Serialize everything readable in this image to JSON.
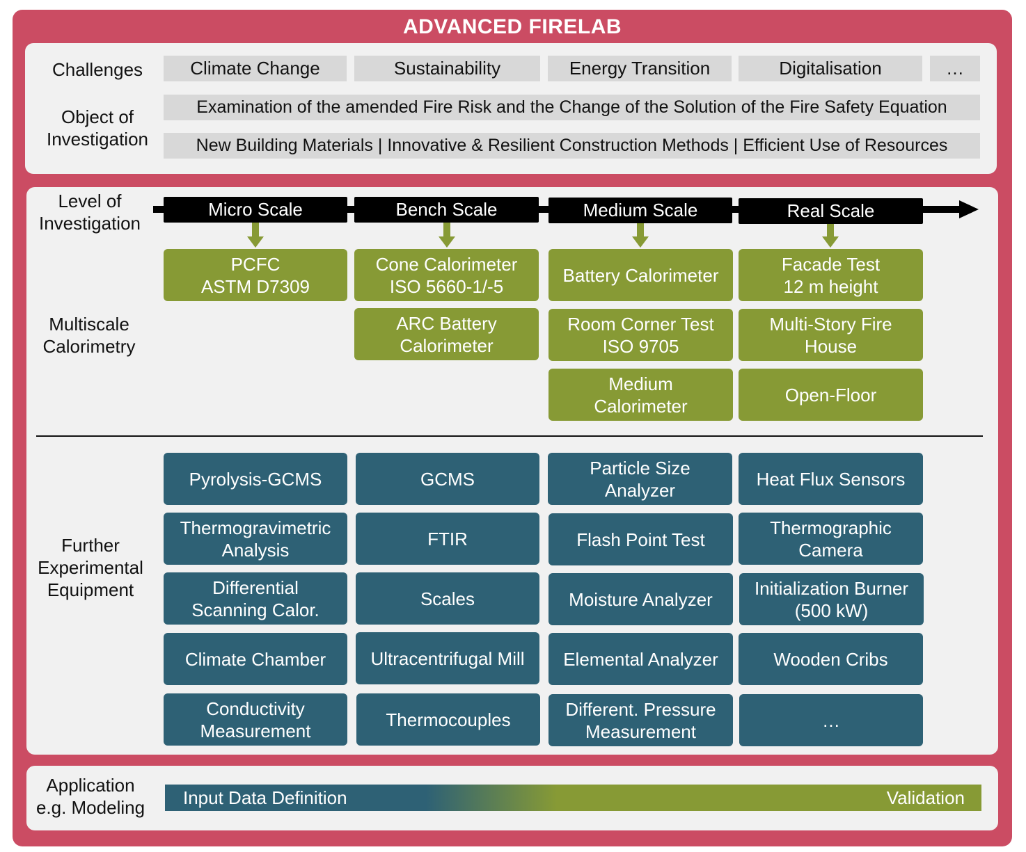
{
  "title": "ADVANCED FIRELAB",
  "challenges": {
    "label": "Challenges",
    "items": [
      "Climate Change",
      "Sustainability",
      "Energy Transition",
      "Digitalisation",
      "…"
    ]
  },
  "object": {
    "label": "Object of\nInvestigation",
    "line1": "Examination of the amended Fire Risk and the Change of the Solution of the Fire Safety Equation",
    "line2": "New Building Materials | Innovative & Resilient Construction Methods | Efficient Use of Resources"
  },
  "level": {
    "label": "Level of\nInvestigation",
    "scales": [
      "Micro Scale",
      "Bench Scale",
      "Medium Scale",
      "Real Scale"
    ]
  },
  "multiscale": {
    "label": "Multiscale\nCalorimetry",
    "col1": [
      "PCFC\nASTM D7309"
    ],
    "col2": [
      "Cone Calorimeter\nISO 5660-1/-5",
      "ARC Battery\nCalorimeter"
    ],
    "col3": [
      "Battery Calorimeter",
      "Room Corner Test\nISO 9705",
      "Medium\nCalorimeter"
    ],
    "col4": [
      "Facade Test\n12 m height",
      "Multi-Story Fire\nHouse",
      "Open-Floor"
    ]
  },
  "equipment": {
    "label": "Further\nExperimental\nEquipment",
    "col1": [
      "Pyrolysis-GCMS",
      "Thermogravimetric\nAnalysis",
      "Differential\nScanning Calor.",
      "Climate Chamber",
      "Conductivity\nMeasurement"
    ],
    "col2": [
      "GCMS",
      "FTIR",
      "Scales",
      "Ultracentrifugal Mill",
      "Thermocouples"
    ],
    "col3": [
      "Particle Size\nAnalyzer",
      "Flash Point Test",
      "Moisture Analyzer",
      "Elemental Analyzer",
      "Different. Pressure\nMeasurement"
    ],
    "col4": [
      "Heat Flux Sensors",
      "Thermographic\nCamera",
      "Initialization Burner\n(500 kW)",
      "Wooden Cribs",
      "…"
    ]
  },
  "application": {
    "label": "Application\ne.g. Modeling",
    "left": "Input Data Definition",
    "right": "Validation"
  },
  "colors": {
    "frame": "#cb4c63",
    "green": "#879a35",
    "teal": "#2e6175",
    "grey": "#d8d8d8"
  }
}
